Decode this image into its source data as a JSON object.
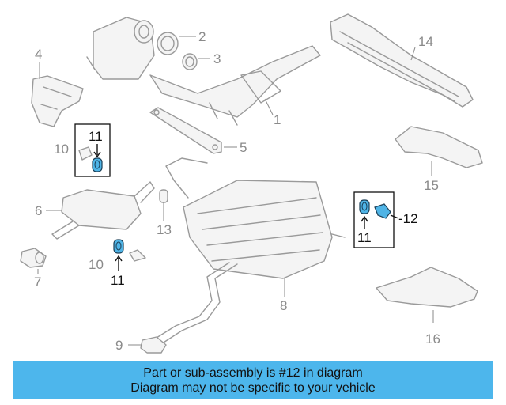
{
  "diagram": {
    "callouts": {
      "c1": "1",
      "c2": "2",
      "c3": "3",
      "c4": "4",
      "c5": "5",
      "c6": "6",
      "c7": "7",
      "c8": "8",
      "c9": "9",
      "c10a": "10",
      "c10b": "10",
      "c11a": "11",
      "c11b": "11",
      "c11c": "11",
      "c12": "-12",
      "c13": "13",
      "c14": "14",
      "c15": "15",
      "c16": "16"
    },
    "highlight_color": "#4fb4e6"
  },
  "banner": {
    "line1": "Part or sub-assembly is #12 in diagram",
    "line2": "Diagram may not be specific to your vehicle",
    "background": "#4db6ec"
  }
}
